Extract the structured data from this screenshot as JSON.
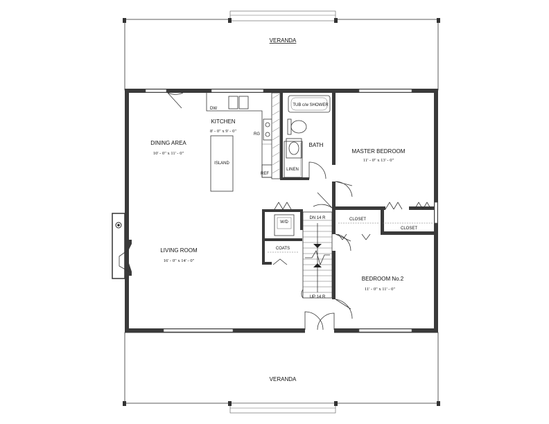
{
  "plan": {
    "veranda_top": "VERANDA",
    "veranda_bottom": "VERANDA",
    "kitchen": {
      "name": "KITCHEN",
      "size": "8' - 0\" x 9' - 0\""
    },
    "dining": {
      "name": "DINING AREA",
      "size": "10' - 0\" x 11' - 0\""
    },
    "living": {
      "name": "LIVING ROOM",
      "size": "16' - 0\" x 14' - 0\""
    },
    "bath": {
      "name": "BATH",
      "tub": "TUB c/w SHOWER",
      "linen": "LINEN"
    },
    "master": {
      "name": "MASTER BEDROOM",
      "size": "11' - 0\" x 13' - 0\""
    },
    "bedroom2": {
      "name": "BEDROOM No.2",
      "size": "11' - 0\" x 11' - 0\""
    },
    "closet_a": "CLOSET",
    "closet_b": "CLOSET",
    "island": "ISLAND",
    "dw": "DW",
    "rg": "RG",
    "ref": "REF",
    "wd": "W/D",
    "coats": "COATS",
    "stair_dn": "DN 14 R",
    "stair_up": "UP 14 R"
  }
}
